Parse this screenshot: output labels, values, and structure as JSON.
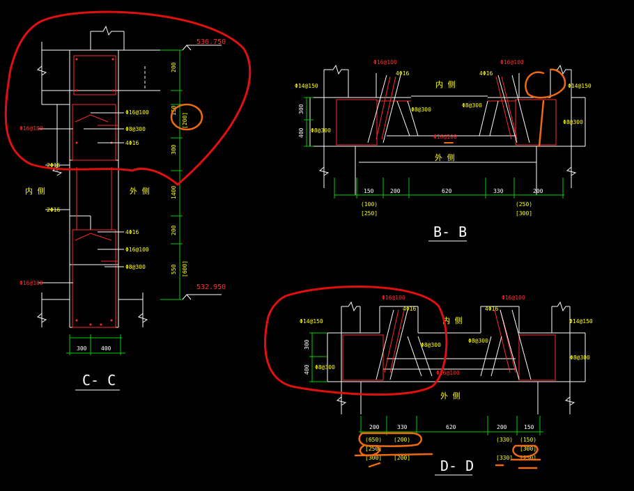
{
  "colors": {
    "background": "#000000",
    "line": "#ffffff",
    "rebar": "#ff2a2a",
    "dimension": "#00d000",
    "annotation": "#ffff00",
    "elevation": "#ff3030",
    "markup_red": "#e01010",
    "markup_orange": "#f06a10"
  },
  "cc": {
    "title": "C- C",
    "inner_label": "内 侧",
    "outer_label": "外 侧",
    "elev_top": "536.750",
    "elev_bottom": "532.950",
    "dims_vertical": [
      "200",
      "150",
      "300",
      "1400",
      "200",
      "550"
    ],
    "dim_200_alt": "[200]",
    "dim_550_alt": "[600]",
    "dims_horizontal": [
      "300",
      "400"
    ],
    "rebar_tags": {
      "phi16_100_a": "Φ16@100",
      "phi16_100_b": "Φ16@100",
      "phi8_300_a": "Φ8@300",
      "four_phi16_a": "4Φ16",
      "two_phi16_a": "2Φ16",
      "two_phi16_b": "2Φ16",
      "four_phi16_b": "4Φ16",
      "phi16_100_c": "Φ16@100",
      "phi8_300_b": "Φ8@300",
      "phi16_100_d": "Φ16@100"
    }
  },
  "bb": {
    "title": "B- B",
    "inner_label": "内 侧",
    "outer_label": "外 侧",
    "dims_horizontal": [
      "150",
      "200",
      "620",
      "330",
      "200"
    ],
    "alt_left": [
      "(100)",
      "[250]"
    ],
    "alt_right": [
      "(250)",
      "[300]"
    ],
    "dims_vertical": [
      "300",
      "400"
    ],
    "rebar_tags": {
      "phi16_100_top": "Φ16@100",
      "four_phi16_left": "4Φ16",
      "phi16_100_right": "Φ16@100",
      "four_phi16_right": "4Φ16",
      "phi14_150_left": "Φ14@150",
      "phi14_150_right": "Φ14@150",
      "phi8_300_a": "Φ8@300",
      "phi8_300_b": "Φ8@300",
      "phi8_300_left": "Φ8@300",
      "phi8_300_right": "Φ8@300",
      "phi16_100_center": "Φ16@100"
    }
  },
  "dd": {
    "title": "D- D",
    "inner_label": "内 侧",
    "outer_label": "外 侧",
    "dims_horizontal": [
      "200",
      "330",
      "620",
      "200",
      "150"
    ],
    "alt_row1": [
      "(650)",
      "(200)",
      "(330)",
      "(150)"
    ],
    "alt_row2": [
      "[250]",
      "[300]"
    ],
    "alt_row3": [
      "[300]",
      "[200]",
      "[330]",
      "[250]"
    ],
    "dims_vertical": [
      "300",
      "400"
    ],
    "rebar_tags": {
      "phi16_100_left": "Φ16@100",
      "four_phi16_left": "4Φ16",
      "phi16_100_right": "Φ16@100",
      "four_phi16_right": "4Φ16",
      "phi14_150_left": "Φ14@150",
      "phi14_150_right": "Φ14@150",
      "phi8_300_a": "Φ8@300",
      "phi8_300_b": "Φ8@300",
      "phi8_300_left": "Φ8@300",
      "phi8_300_right": "Φ8@300",
      "phi16_100_center": "Φ16@100"
    }
  }
}
